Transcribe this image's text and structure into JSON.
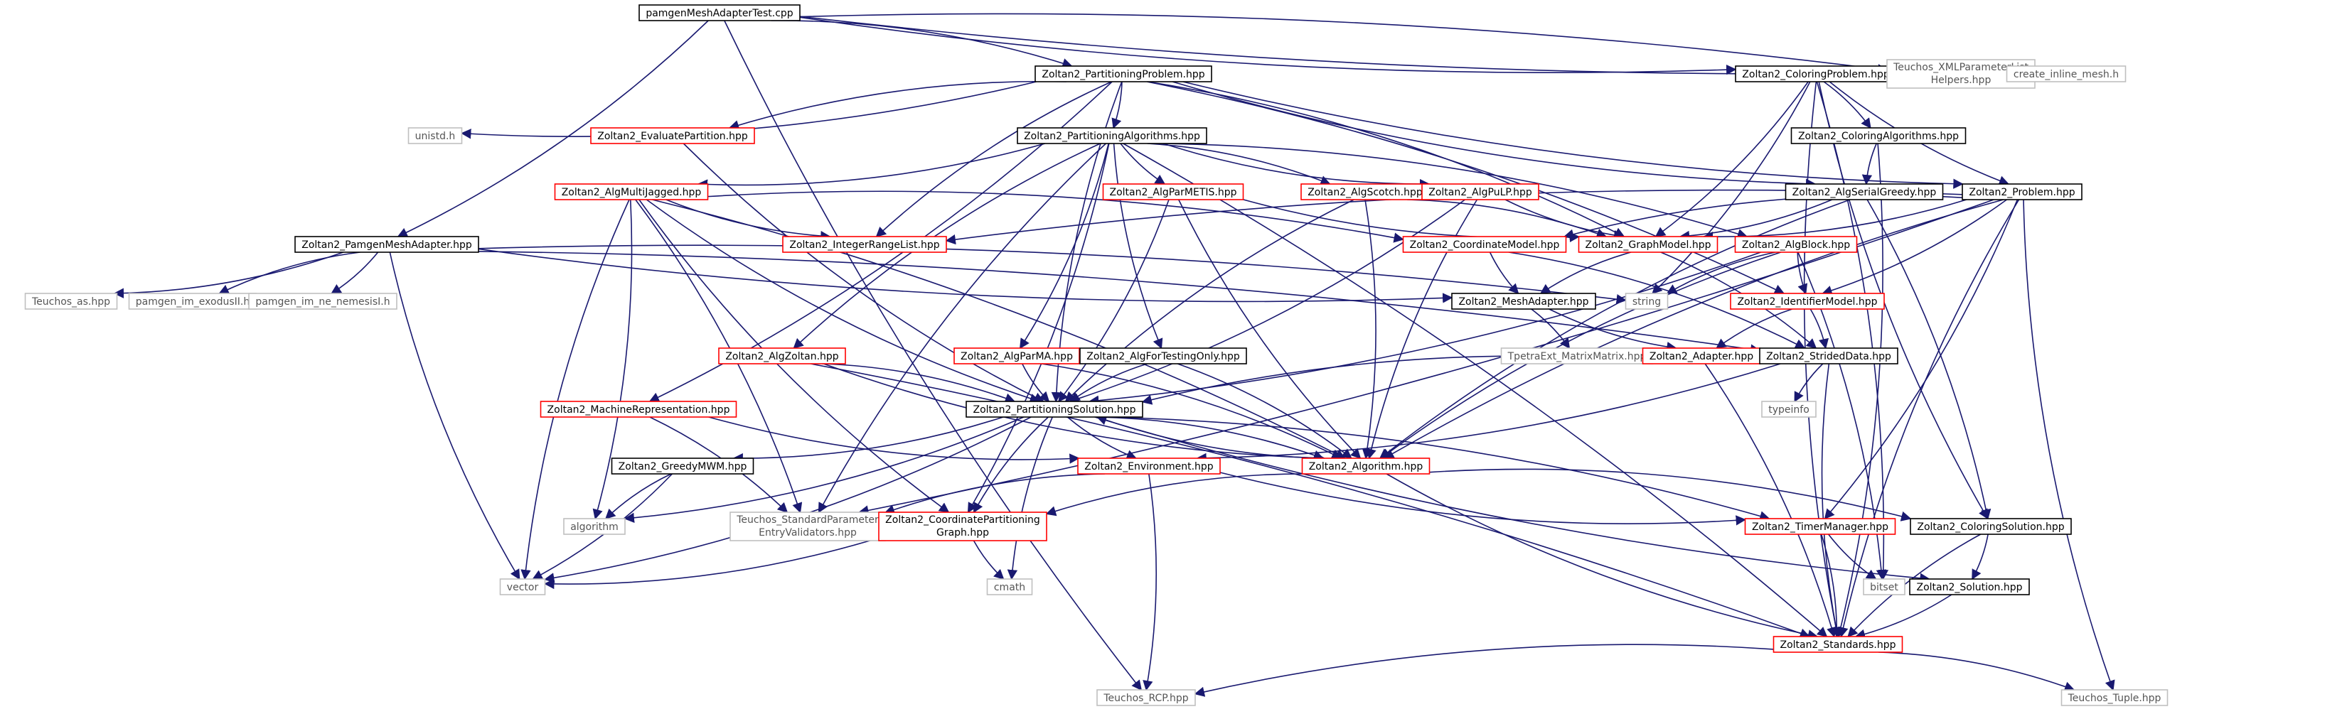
{
  "colors": {
    "root_fill": "#bfbfbf",
    "black_border": "#000000",
    "red_border": "#ff0000",
    "grey_border": "#bfbfbf",
    "edge_blue": "#191970",
    "edge_grey": "#7f7f7f"
  },
  "nodes": [
    {
      "id": "root",
      "label": "pamgenMeshAdapterTest.cpp",
      "style": "root"
    },
    {
      "id": "partprob",
      "label": "Zoltan2_PartitioningProblem.hpp",
      "style": "black"
    },
    {
      "id": "colprob",
      "label": "Zoltan2_ColoringProblem.hpp",
      "style": "black"
    },
    {
      "id": "xmlhelp",
      "label": "Teuchos_XMLParameterList Helpers.hpp",
      "style": "grey"
    },
    {
      "id": "createmesh",
      "label": "create_inline_mesh.h",
      "style": "grey"
    },
    {
      "id": "unistd",
      "label": "unistd.h",
      "style": "grey"
    },
    {
      "id": "evalpart",
      "label": "Zoltan2_EvaluatePartition.hpp",
      "style": "red"
    },
    {
      "id": "partalgs",
      "label": "Zoltan2_PartitioningAlgorithms.hpp",
      "style": "black"
    },
    {
      "id": "colalgs",
      "label": "Zoltan2_ColoringAlgorithms.hpp",
      "style": "black"
    },
    {
      "id": "mj",
      "label": "Zoltan2_AlgMultiJagged.hpp",
      "style": "red"
    },
    {
      "id": "parmetis",
      "label": "Zoltan2_AlgParMETIS.hpp",
      "style": "red"
    },
    {
      "id": "scotch",
      "label": "Zoltan2_AlgScotch.hpp",
      "style": "red"
    },
    {
      "id": "pulp",
      "label": "Zoltan2_AlgPuLP.hpp",
      "style": "red"
    },
    {
      "id": "serialgreedy",
      "label": "Zoltan2_AlgSerialGreedy.hpp",
      "style": "black"
    },
    {
      "id": "problem",
      "label": "Zoltan2_Problem.hpp",
      "style": "black"
    },
    {
      "id": "pamgenadapter",
      "label": "Zoltan2_PamgenMeshAdapter.hpp",
      "style": "black"
    },
    {
      "id": "intrange",
      "label": "Zoltan2_IntegerRangeList.hpp",
      "style": "red"
    },
    {
      "id": "coordmodel",
      "label": "Zoltan2_CoordinateModel.hpp",
      "style": "red"
    },
    {
      "id": "graphmodel",
      "label": "Zoltan2_GraphModel.hpp",
      "style": "red"
    },
    {
      "id": "algblock",
      "label": "Zoltan2_AlgBlock.hpp",
      "style": "red"
    },
    {
      "id": "teuchos_as",
      "label": "Teuchos_as.hpp",
      "style": "grey"
    },
    {
      "id": "exodus",
      "label": "pamgen_im_exodusII.h",
      "style": "grey"
    },
    {
      "id": "nemesis",
      "label": "pamgen_im_ne_nemesisI.h",
      "style": "grey"
    },
    {
      "id": "meshadapter",
      "label": "Zoltan2_MeshAdapter.hpp",
      "style": "black"
    },
    {
      "id": "string",
      "label": "string",
      "style": "grey"
    },
    {
      "id": "idmodel",
      "label": "Zoltan2_IdentifierModel.hpp",
      "style": "red"
    },
    {
      "id": "tpetraext",
      "label": "TpetraExt_MatrixMatrix.hpp",
      "style": "grey"
    },
    {
      "id": "algzoltan",
      "label": "Zoltan2_AlgZoltan.hpp",
      "style": "red"
    },
    {
      "id": "parma",
      "label": "Zoltan2_AlgParMA.hpp",
      "style": "red"
    },
    {
      "id": "fortesting",
      "label": "Zoltan2_AlgForTestingOnly.hpp",
      "style": "black"
    },
    {
      "id": "adapter",
      "label": "Zoltan2_Adapter.hpp",
      "style": "red"
    },
    {
      "id": "strided",
      "label": "Zoltan2_StridedData.hpp",
      "style": "black"
    },
    {
      "id": "machrep",
      "label": "Zoltan2_MachineRepresentation.hpp",
      "style": "red"
    },
    {
      "id": "partsol",
      "label": "Zoltan2_PartitioningSolution.hpp",
      "style": "black"
    },
    {
      "id": "typeinfo",
      "label": "typeinfo",
      "style": "grey"
    },
    {
      "id": "greedymwm",
      "label": "Zoltan2_GreedyMWM.hpp",
      "style": "black"
    },
    {
      "id": "environment",
      "label": "Zoltan2_Environment.hpp",
      "style": "red"
    },
    {
      "id": "algorithm_hpp",
      "label": "Zoltan2_Algorithm.hpp",
      "style": "red"
    },
    {
      "id": "algorithm",
      "label": "algorithm",
      "style": "grey"
    },
    {
      "id": "teuchos_spev",
      "label": "Teuchos_StandardParameter EntryValidators.hpp",
      "style": "grey"
    },
    {
      "id": "coordpartgraph",
      "label": "Zoltan2_CoordinatePartitioning Graph.hpp",
      "style": "red"
    },
    {
      "id": "timermanager",
      "label": "Zoltan2_TimerManager.hpp",
      "style": "red"
    },
    {
      "id": "colsol",
      "label": "Zoltan2_ColoringSolution.hpp",
      "style": "black"
    },
    {
      "id": "vector",
      "label": "vector",
      "style": "grey"
    },
    {
      "id": "cmath",
      "label": "cmath",
      "style": "grey"
    },
    {
      "id": "bitset",
      "label": "bitset",
      "style": "grey"
    },
    {
      "id": "solution",
      "label": "Zoltan2_Solution.hpp",
      "style": "black"
    },
    {
      "id": "standards",
      "label": "Zoltan2_Standards.hpp",
      "style": "red"
    },
    {
      "id": "rcp",
      "label": "Teuchos_RCP.hpp",
      "style": "grey"
    },
    {
      "id": "tuple",
      "label": "Teuchos_Tuple.hpp",
      "style": "grey"
    }
  ],
  "edges": [
    [
      "root",
      "partprob"
    ],
    [
      "root",
      "colprob"
    ],
    [
      "root",
      "xmlhelp"
    ],
    [
      "root",
      "createmesh"
    ],
    [
      "root",
      "pamgenadapter"
    ],
    [
      "root",
      "rcp"
    ],
    [
      "partprob",
      "unistd"
    ],
    [
      "partprob",
      "evalpart"
    ],
    [
      "partprob",
      "partalgs"
    ],
    [
      "partprob",
      "intrange"
    ],
    [
      "partprob",
      "graphmodel"
    ],
    [
      "partprob",
      "problem"
    ],
    [
      "partprob",
      "machrep"
    ],
    [
      "partprob",
      "partsol"
    ],
    [
      "partprob",
      "idmodel"
    ],
    [
      "partprob",
      "serialgreedy"
    ],
    [
      "colprob",
      "colalgs"
    ],
    [
      "colprob",
      "problem"
    ],
    [
      "colprob",
      "graphmodel"
    ],
    [
      "colprob",
      "colsol"
    ],
    [
      "colprob",
      "string"
    ],
    [
      "colprob",
      "standards"
    ],
    [
      "colprob",
      "bitset"
    ],
    [
      "evalpart",
      "partsol"
    ],
    [
      "partalgs",
      "mj"
    ],
    [
      "partalgs",
      "parmetis"
    ],
    [
      "partalgs",
      "scotch"
    ],
    [
      "partalgs",
      "pulp"
    ],
    [
      "partalgs",
      "algblock"
    ],
    [
      "partalgs",
      "algzoltan"
    ],
    [
      "partalgs",
      "parma"
    ],
    [
      "partalgs",
      "fortesting"
    ],
    [
      "partalgs",
      "standards"
    ],
    [
      "partalgs",
      "teuchos_spev"
    ],
    [
      "partalgs",
      "coordpartgraph"
    ],
    [
      "colalgs",
      "serialgreedy"
    ],
    [
      "colalgs",
      "standards"
    ],
    [
      "mj",
      "intrange"
    ],
    [
      "mj",
      "coordmodel"
    ],
    [
      "mj",
      "partsol"
    ],
    [
      "mj",
      "algorithm_hpp"
    ],
    [
      "mj",
      "vector"
    ],
    [
      "mj",
      "algorithm"
    ],
    [
      "mj",
      "coordpartgraph"
    ],
    [
      "mj",
      "teuchos_spev"
    ],
    [
      "parmetis",
      "graphmodel"
    ],
    [
      "parmetis",
      "partsol"
    ],
    [
      "parmetis",
      "algorithm_hpp"
    ],
    [
      "scotch",
      "graphmodel"
    ],
    [
      "scotch",
      "partsol"
    ],
    [
      "scotch",
      "algorithm_hpp"
    ],
    [
      "pulp",
      "graphmodel"
    ],
    [
      "pulp",
      "partsol"
    ],
    [
      "pulp",
      "algorithm_hpp"
    ],
    [
      "serialgreedy",
      "graphmodel"
    ],
    [
      "serialgreedy",
      "algorithm_hpp"
    ],
    [
      "serialgreedy",
      "colsol"
    ],
    [
      "problem",
      "intrange"
    ],
    [
      "problem",
      "graphmodel"
    ],
    [
      "problem",
      "coordmodel"
    ],
    [
      "problem",
      "idmodel"
    ],
    [
      "problem",
      "algorithm_hpp"
    ],
    [
      "problem",
      "timermanager"
    ],
    [
      "problem",
      "standards"
    ],
    [
      "problem",
      "teuchos_spev"
    ],
    [
      "problem",
      "tuple"
    ],
    [
      "pamgenadapter",
      "teuchos_as"
    ],
    [
      "pamgenadapter",
      "exodus"
    ],
    [
      "pamgenadapter",
      "nemesis"
    ],
    [
      "pamgenadapter",
      "meshadapter"
    ],
    [
      "pamgenadapter",
      "string"
    ],
    [
      "pamgenadapter",
      "vector"
    ],
    [
      "pamgenadapter",
      "strided"
    ],
    [
      "coordmodel",
      "meshadapter"
    ],
    [
      "coordmodel",
      "strided"
    ],
    [
      "graphmodel",
      "meshadapter"
    ],
    [
      "graphmodel",
      "strided"
    ],
    [
      "algblock",
      "idmodel"
    ],
    [
      "algblock",
      "partsol"
    ],
    [
      "algblock",
      "string"
    ],
    [
      "algblock",
      "bitset"
    ],
    [
      "algblock",
      "algorithm_hpp"
    ],
    [
      "meshadapter",
      "tpetraext"
    ],
    [
      "meshadapter",
      "adapter"
    ],
    [
      "idmodel",
      "strided"
    ],
    [
      "idmodel",
      "adapter"
    ],
    [
      "algzoltan",
      "partsol"
    ],
    [
      "algzoltan",
      "algorithm_hpp"
    ],
    [
      "algzoltan",
      "standards"
    ],
    [
      "parma",
      "partsol"
    ],
    [
      "parma",
      "algorithm_hpp"
    ],
    [
      "fortesting",
      "partsol"
    ],
    [
      "fortesting",
      "algorithm_hpp"
    ],
    [
      "adapter",
      "partsol"
    ],
    [
      "adapter",
      "standards"
    ],
    [
      "strided",
      "typeinfo"
    ],
    [
      "strided",
      "environment"
    ],
    [
      "strided",
      "standards"
    ],
    [
      "machrep",
      "teuchos_spev"
    ],
    [
      "machrep",
      "environment"
    ],
    [
      "partsol",
      "greedymwm"
    ],
    [
      "partsol",
      "environment"
    ],
    [
      "partsol",
      "algorithm_hpp"
    ],
    [
      "partsol",
      "coordpartgraph"
    ],
    [
      "partsol",
      "vector"
    ],
    [
      "partsol",
      "cmath"
    ],
    [
      "partsol",
      "algorithm"
    ],
    [
      "partsol",
      "solution"
    ],
    [
      "partsol",
      "timermanager"
    ],
    [
      "greedymwm",
      "algorithm"
    ],
    [
      "greedymwm",
      "vector"
    ],
    [
      "environment",
      "teuchos_spev"
    ],
    [
      "environment",
      "rcp"
    ],
    [
      "environment",
      "timermanager"
    ],
    [
      "algorithm_hpp",
      "partsol"
    ],
    [
      "algorithm_hpp",
      "coordpartgraph"
    ],
    [
      "algorithm_hpp",
      "colsol"
    ],
    [
      "algorithm_hpp",
      "standards"
    ],
    [
      "coordpartgraph",
      "vector"
    ],
    [
      "coordpartgraph",
      "cmath"
    ],
    [
      "timermanager",
      "standards"
    ],
    [
      "timermanager",
      "bitset"
    ],
    [
      "colsol",
      "solution"
    ],
    [
      "colsol",
      "standards"
    ],
    [
      "solution",
      "standards"
    ],
    [
      "standards",
      "rcp"
    ],
    [
      "standards",
      "tuple"
    ]
  ]
}
